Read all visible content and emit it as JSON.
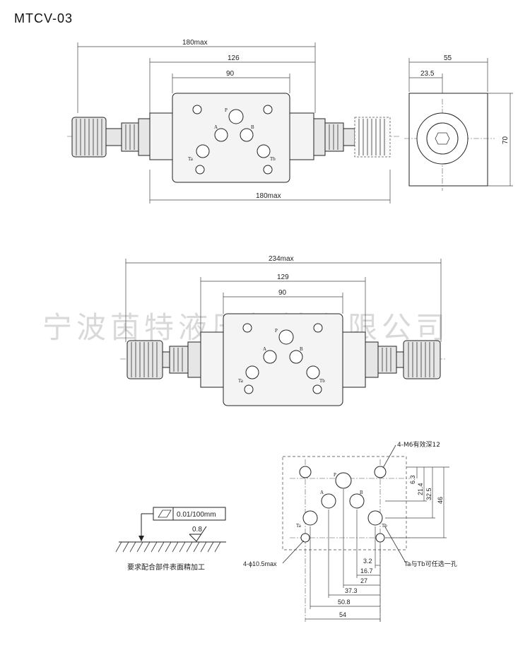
{
  "title": "MTCV-03",
  "watermark": "宁波茵特液压机械有限公司",
  "view1": {
    "dim_overall_top": "180max",
    "dim_126": "126",
    "dim_90": "90",
    "dim_overall_bottom": "180max",
    "port_P": "P",
    "port_A": "A",
    "port_B": "B",
    "port_Ta": "Ta",
    "port_Tb": "Tb"
  },
  "side_view": {
    "dim_width": "55",
    "dim_offset": "23.5",
    "dim_height": "70"
  },
  "view2": {
    "dim_overall": "234max",
    "dim_129": "129",
    "dim_90": "90",
    "port_P": "P",
    "port_A": "A",
    "port_B": "B",
    "port_Ta": "Ta",
    "port_Tb": "Tb"
  },
  "surface_note": {
    "flatness": "0.01/100mm",
    "roughness": "0.8",
    "caption": "要求配合部件表面精加工"
  },
  "mounting_pattern": {
    "thread_note": "4-M6有效深12",
    "hole_note": "4-ϕ10.5max",
    "ta_tb_note": "Ta与Tb可任选一孔",
    "port_P": "P",
    "port_A": "A",
    "port_B": "B",
    "port_Ta": "Ta",
    "port_Tb": "Tb",
    "v_dims": [
      "6.3",
      "21.4",
      "32.5",
      "46"
    ],
    "h_dims": [
      "3.2",
      "16.7",
      "27",
      "37.3",
      "50.8",
      "54"
    ]
  }
}
